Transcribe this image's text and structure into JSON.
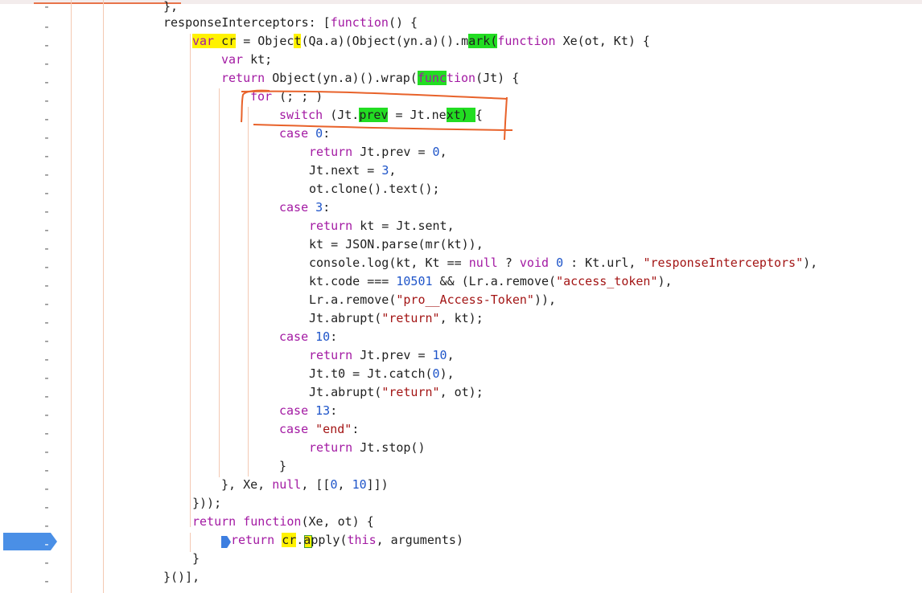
{
  "colors": {
    "keyword": "#a31aa3",
    "number": "#1f55c9",
    "string": "#a31515",
    "highlight_yellow": "#fff200",
    "highlight_green": "#22dd22",
    "annotation": "#e8622a",
    "breakpoint": "#4a8fe6"
  },
  "gutter": {
    "marker": "-"
  },
  "lines": [
    {
      "text": "},"
    },
    {
      "text": "responseInterceptors: [function() {"
    },
    {
      "text": "var cr = Object(Qa.a)(Object(yn.a)().mark(function Xe(ot, Kt) {"
    },
    {
      "text": "var kt;"
    },
    {
      "text": "return Object(yn.a)().wrap(function(Jt) {"
    },
    {
      "text": "for (; ; )"
    },
    {
      "text": "switch (Jt.prev = Jt.next) {"
    },
    {
      "text": "case 0:"
    },
    {
      "text": "return Jt.prev = 0,"
    },
    {
      "text": "Jt.next = 3,"
    },
    {
      "text": "ot.clone().text();"
    },
    {
      "text": "case 3:"
    },
    {
      "text": "return kt = Jt.sent,"
    },
    {
      "text": "kt = JSON.parse(mr(kt)),"
    },
    {
      "text": "console.log(kt, Kt == null ? void 0 : Kt.url, \"responseInterceptors\"),"
    },
    {
      "text": "kt.code === 10501 && (Lr.a.remove(\"access_token\"),"
    },
    {
      "text": "Lr.a.remove(\"pro__Access-Token\")),"
    },
    {
      "text": "Jt.abrupt(\"return\", kt);"
    },
    {
      "text": "case 10:"
    },
    {
      "text": "return Jt.prev = 10,"
    },
    {
      "text": "Jt.t0 = Jt.catch(0),"
    },
    {
      "text": "Jt.abrupt(\"return\", ot);"
    },
    {
      "text": "case 13:"
    },
    {
      "text": "case \"end\":"
    },
    {
      "text": "return Jt.stop()"
    },
    {
      "text": "}"
    },
    {
      "text": "}, Xe, null, [[0, 10]])"
    },
    {
      "text": "}));"
    },
    {
      "text": "return function(Xe, ot) {"
    },
    {
      "text": "return cr.apply(this, arguments)"
    },
    {
      "text": "}"
    },
    {
      "text": "}()],"
    }
  ]
}
